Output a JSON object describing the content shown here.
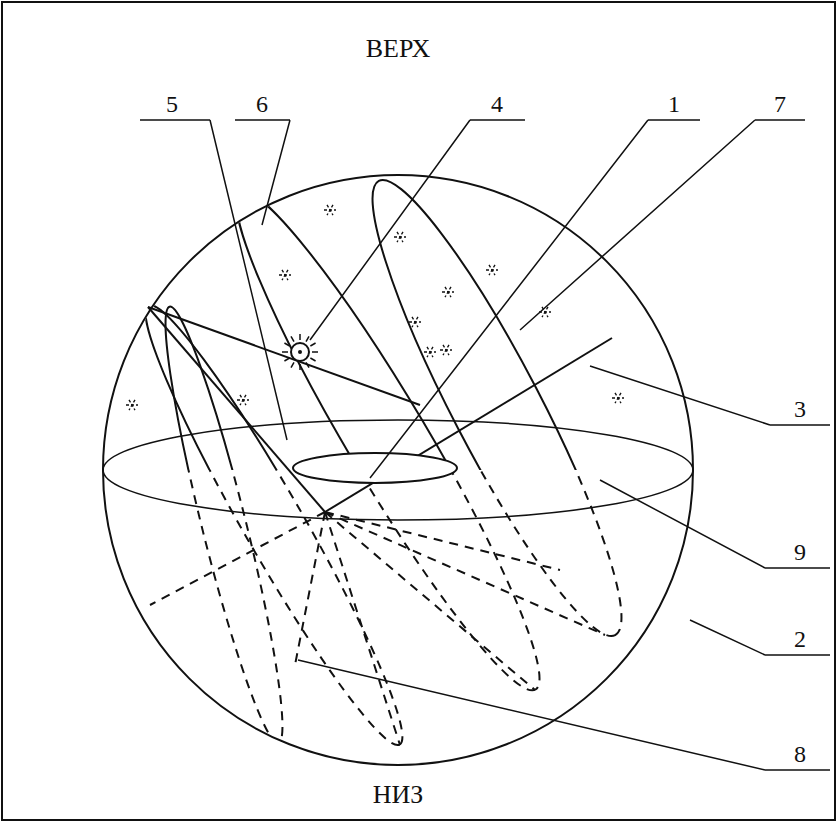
{
  "diagram": {
    "labels": [
      "ВЕРХ",
      "5",
      "6",
      "4",
      "1",
      "7",
      "3",
      "9",
      "2",
      "8",
      "НИЗ"
    ]
  }
}
